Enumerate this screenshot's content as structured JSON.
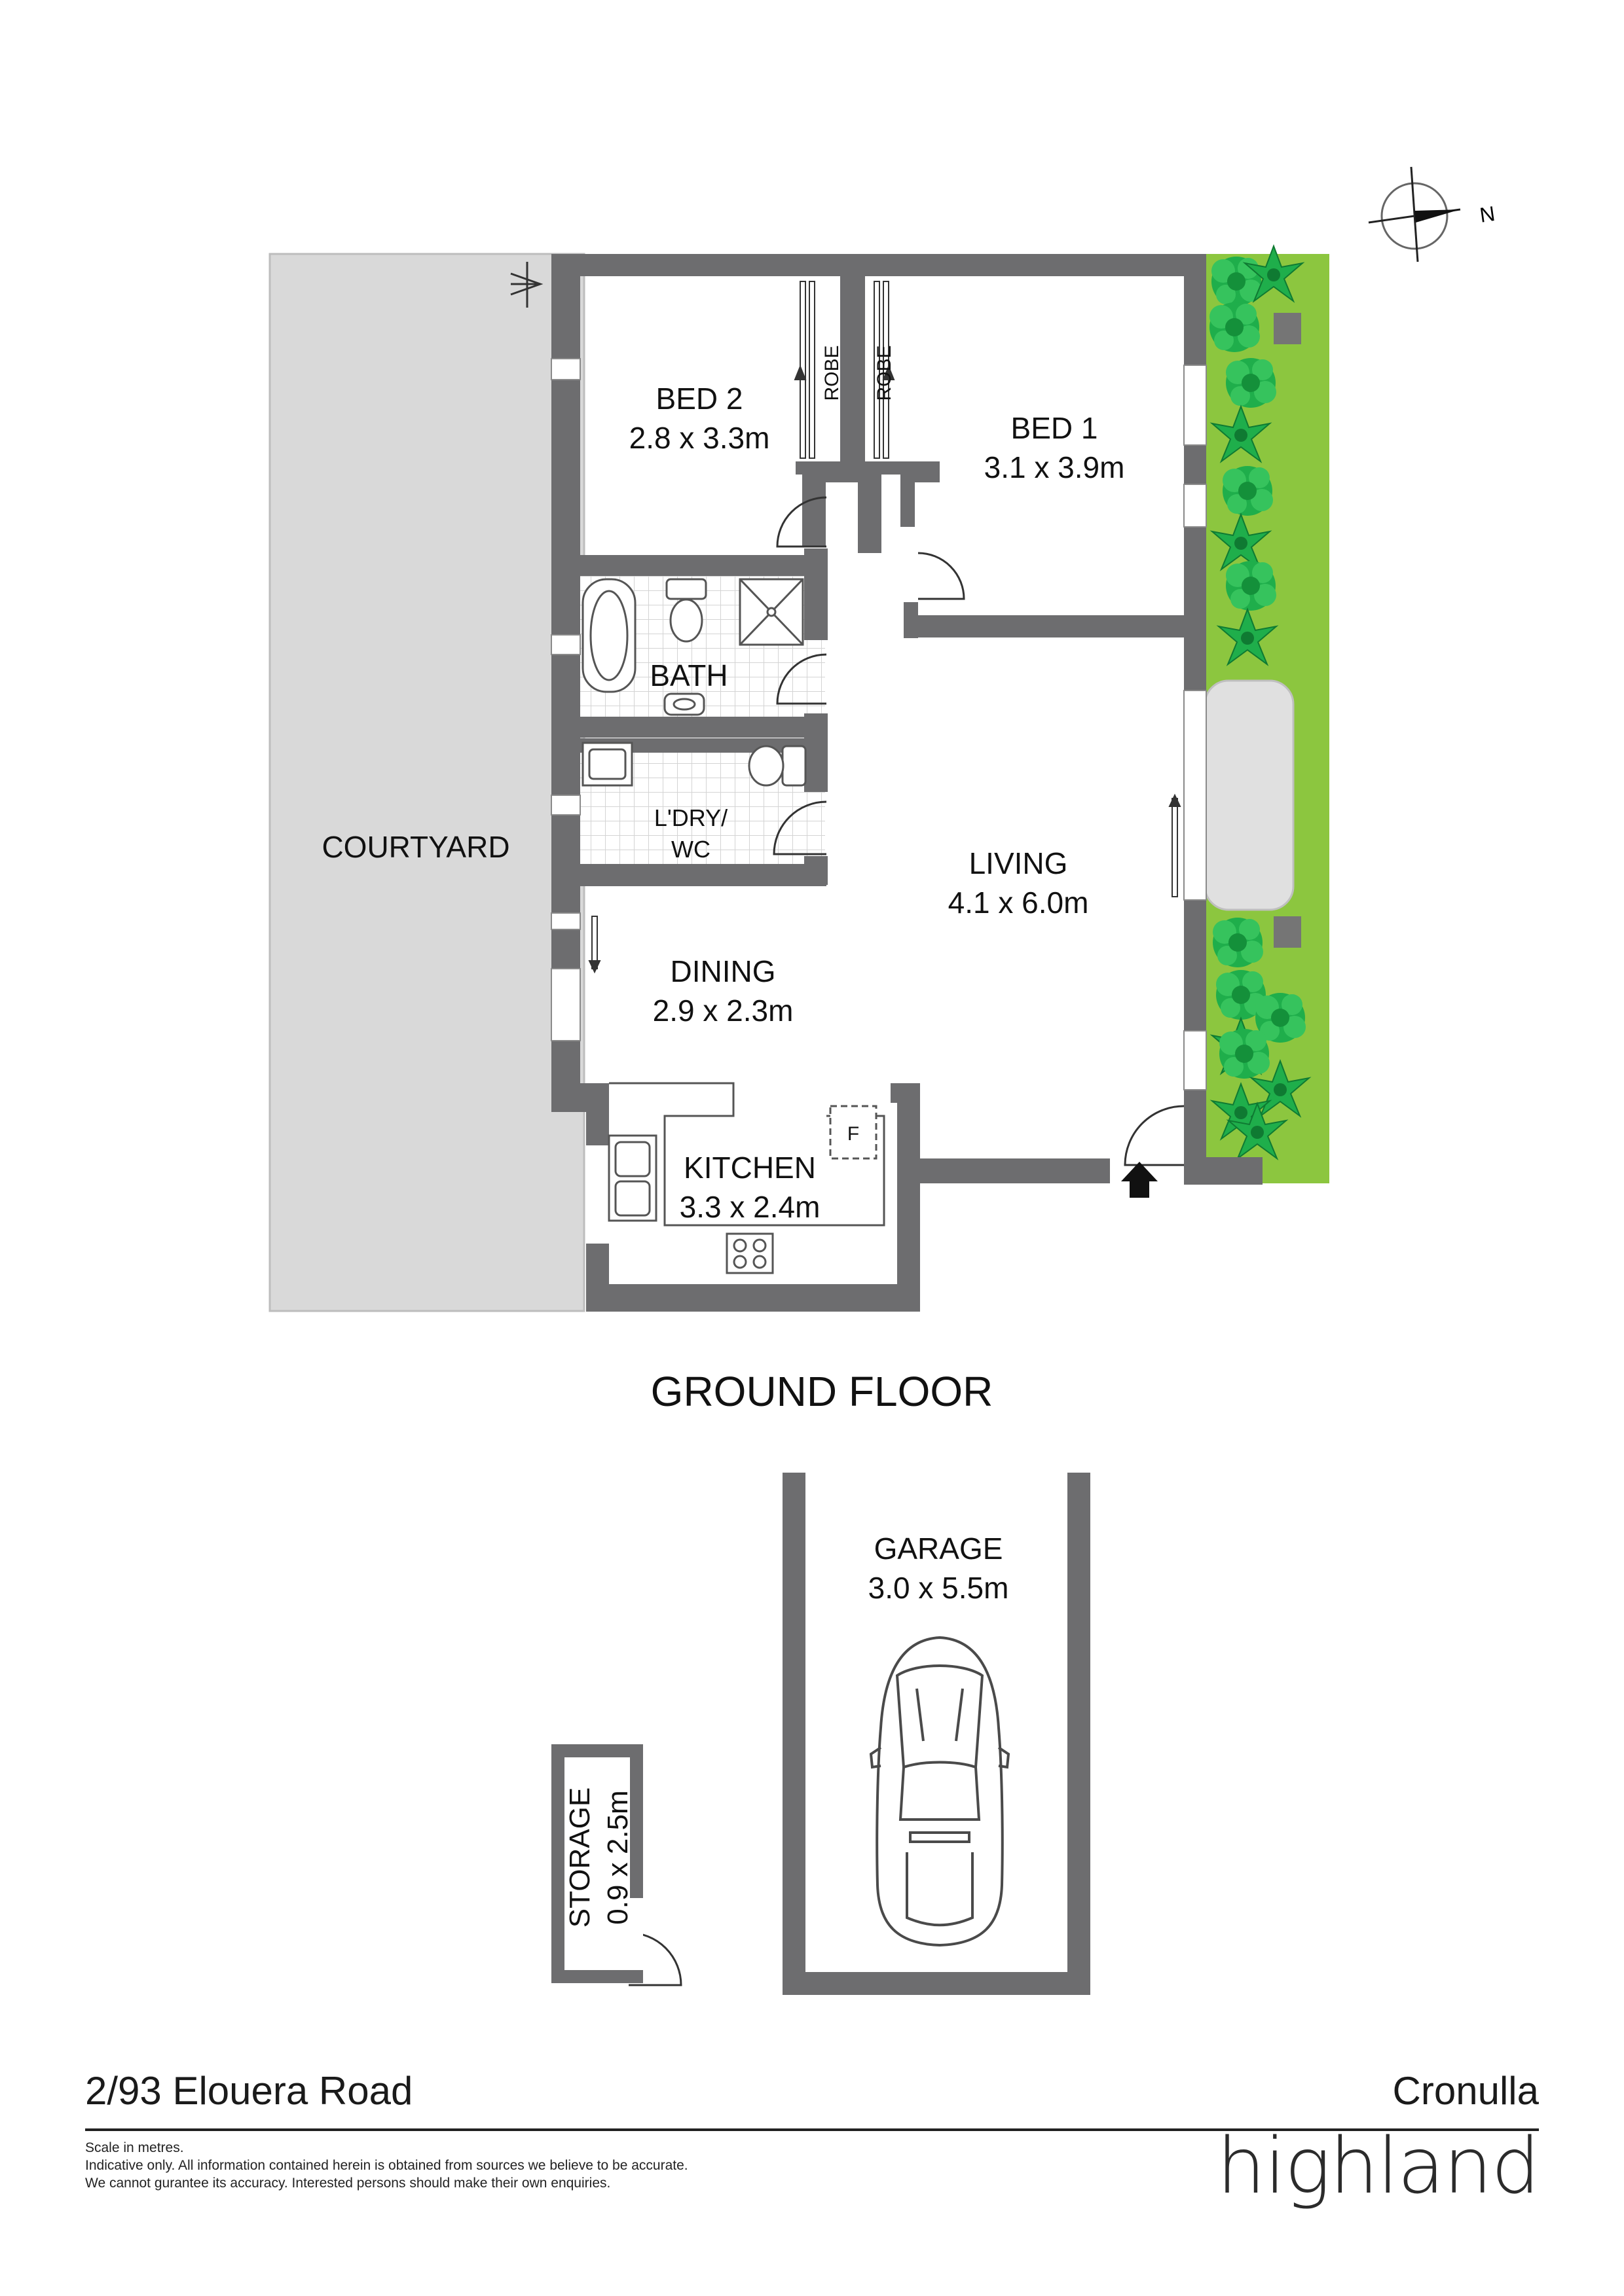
{
  "plan": {
    "floor_title": "GROUND FLOOR",
    "north_label": "N",
    "rooms": {
      "courtyard": "COURTYARD",
      "bed2_name": "BED 2",
      "bed2_size": "2.8 x 3.3m",
      "bed1_name": "BED 1",
      "bed1_size": "3.1 x 3.9m",
      "robe_left": "ROBE",
      "robe_right": "ROBE",
      "bath": "BATH",
      "laundry_line1": "L'DRY/",
      "laundry_line2": "WC",
      "living_name": "LIVING",
      "living_size": "4.1 x 6.0m",
      "dining_name": "DINING",
      "dining_size": "2.9 x 2.3m",
      "kitchen_name": "KITCHEN",
      "kitchen_size": "3.3 x 2.4m",
      "fridge": "F",
      "garage_name": "GARAGE",
      "garage_size": "3.0 x 5.5m",
      "storage_name": "STORAGE",
      "storage_size": "0.9 x 2.5m"
    }
  },
  "footer": {
    "address": "2/93 Elouera Road",
    "suburb": "Cronulla",
    "disclaimer": [
      "Scale in metres.",
      "Indicative only. All information contained herein is obtained from sources we believe to be accurate.",
      "We cannot gurantee its accuracy. Interested persons should make their own enquiries."
    ],
    "brand": "highland"
  },
  "colors": {
    "wall": "#6d6d6f",
    "courtyard": "#d9d9d9",
    "garden": "#8cc63f",
    "shrub": "#1fae4b",
    "tile_line": "#cfcfcf"
  }
}
